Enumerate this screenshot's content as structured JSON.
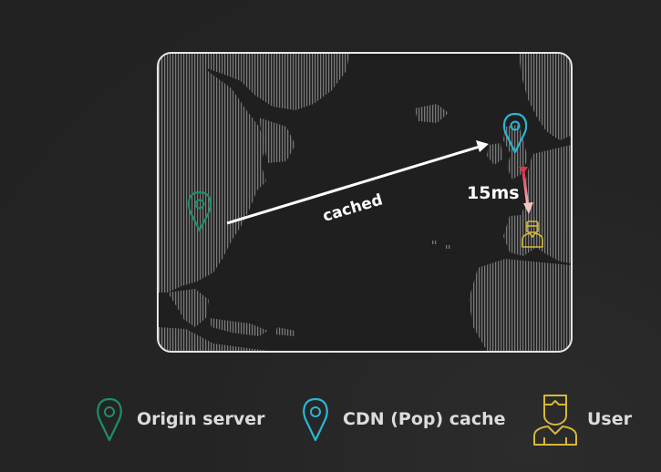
{
  "map": {
    "route_label": "cached",
    "latency_label": "15ms"
  },
  "legend": {
    "items": [
      {
        "label": "Origin server",
        "icon": "map-pin-icon",
        "color": "#1f8f6a"
      },
      {
        "label": "CDN (Pop) cache",
        "icon": "map-pin-icon",
        "color": "#29b6d8"
      },
      {
        "label": "User",
        "icon": "user-icon",
        "color": "#d8b73a"
      }
    ]
  },
  "colors": {
    "origin": "#1f8f6a",
    "cdn": "#29b6d8",
    "user": "#d8b73a",
    "route_arrow": "#ffffff",
    "latency_arrow_start": "#e0344a",
    "latency_arrow_end": "#f2c6c6"
  }
}
